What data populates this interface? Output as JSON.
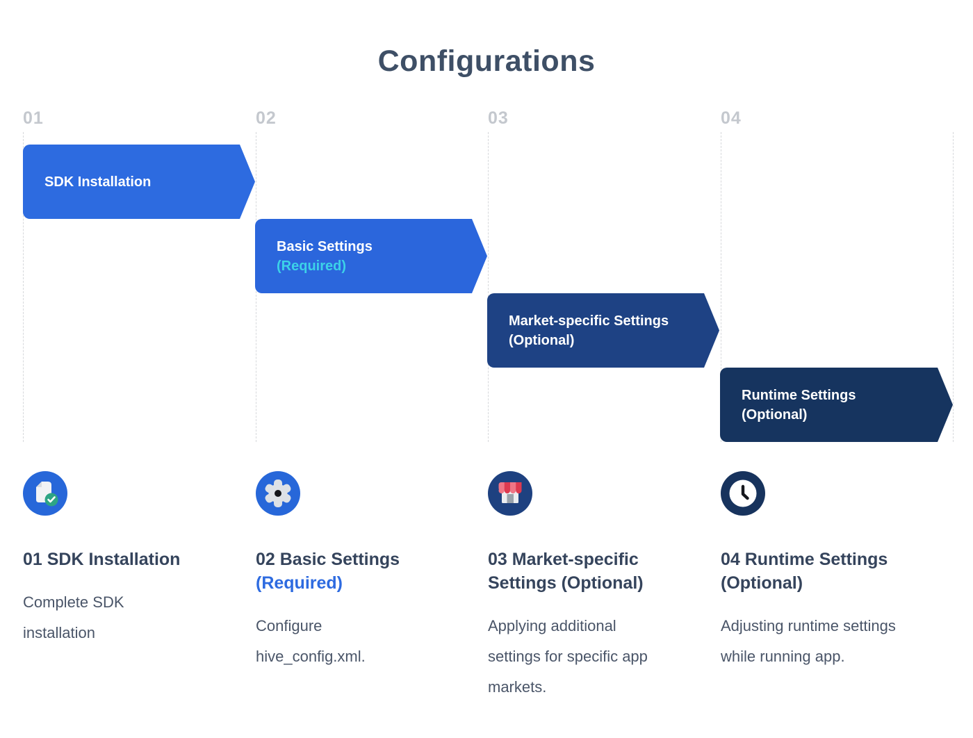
{
  "title": "Configurations",
  "accent_colors": {
    "required_cyan": "#3cd2e8",
    "required_blue": "#2e6be0"
  },
  "steps": [
    {
      "number": "01",
      "arrow_label": "SDK Installation",
      "arrow_sublabel": "",
      "heading": "01 SDK Installation",
      "heading_accent": "",
      "description": "Complete SDK installation",
      "icon": "document-check-icon",
      "colors": {
        "arrow": "#2d6be0",
        "circle": "#2767d9",
        "sublabel": "#ffffff",
        "heading_accent": "#2e6be0"
      }
    },
    {
      "number": "02",
      "arrow_label": "Basic Settings",
      "arrow_sublabel": "(Required)",
      "heading": "02 Basic Settings",
      "heading_accent": "(Required)",
      "description": "Configure hive_config.xml.",
      "icon": "gear-icon",
      "colors": {
        "arrow": "#2b66dc",
        "circle": "#2767d9",
        "sublabel": "#3cd2e8",
        "heading_accent": "#2e6be0"
      }
    },
    {
      "number": "03",
      "arrow_label": "Market-specific Settings",
      "arrow_sublabel": "(Optional)",
      "heading": "03 Market-specific Settings (Optional)",
      "heading_accent": "",
      "description": "Applying additional settings for specific app markets.",
      "icon": "storefront-icon",
      "colors": {
        "arrow": "#1e4284",
        "circle": "#1e4180",
        "sublabel": "#ffffff",
        "heading_accent": "#2e6be0"
      }
    },
    {
      "number": "04",
      "arrow_label": "Runtime Settings",
      "arrow_sublabel": "(Optional)",
      "heading": "04 Runtime Settings (Optional)",
      "heading_accent": "",
      "description": "Adjusting runtime settings while running app.",
      "icon": "clock-icon",
      "colors": {
        "arrow": "#16345f",
        "circle": "#17335d",
        "sublabel": "#ffffff",
        "heading_accent": "#2e6be0"
      }
    }
  ]
}
